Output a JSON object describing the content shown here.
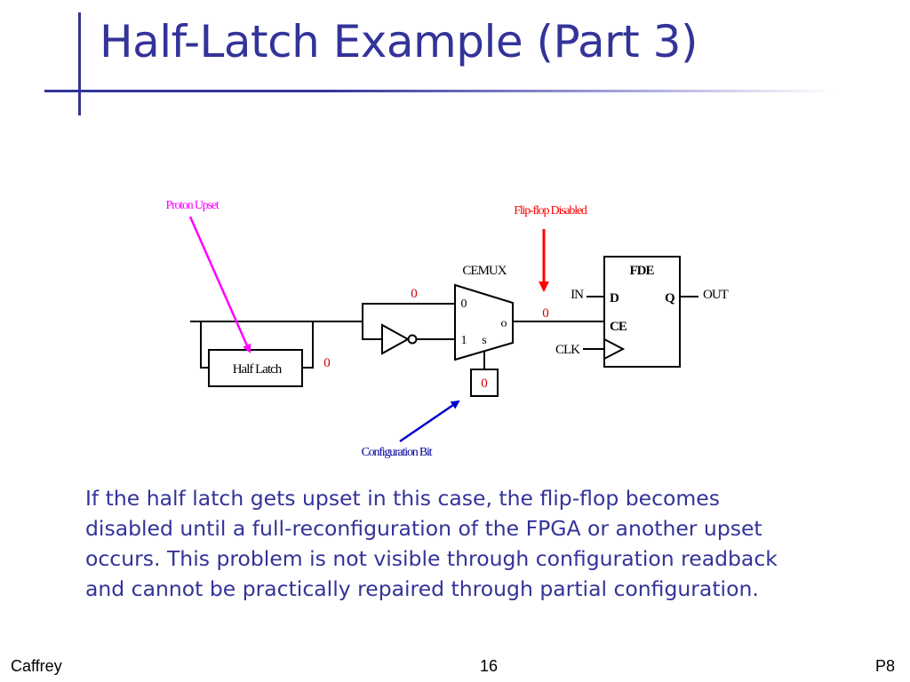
{
  "slide": {
    "title": "Half-Latch Example (Part 3)",
    "body": "If the half latch gets upset in this case, the flip-flop becomes\ndisabled until a full-reconfiguration of the FPGA or another upset\noccurs.  This problem is not visible through configuration readback\nand cannot be practically repaired through partial configuration.",
    "footer_left": "Caffrey",
    "footer_center": "16",
    "footer_right": "P8"
  },
  "diagram": {
    "labels": {
      "proton_upset": "Proton Upset",
      "flipflop_disabled": "Flip-flop Disabled",
      "configuration_bit": "Configuration Bit",
      "cemux": "CEMUX",
      "fde": "FDE",
      "half_latch": "Half Latch",
      "mux_in0": "0",
      "mux_in1": "1",
      "mux_s": "s",
      "mux_out": "o",
      "in": "IN",
      "clk": "CLK",
      "out": "OUT",
      "pin_d": "D",
      "pin_q": "Q",
      "pin_ce": "CE",
      "value_mux_in": "0",
      "value_ce": "0",
      "value_latch": "0",
      "value_config": "0"
    },
    "colors": {
      "wire": "#000000",
      "proton_arrow": "#ff00ff",
      "disabled_arrow": "#ff0000",
      "config_arrow": "#0000cc",
      "values": "#cc0000",
      "proton_label": "#ff00ff",
      "disabled_label": "#ff0000",
      "config_label": "#000099"
    }
  }
}
